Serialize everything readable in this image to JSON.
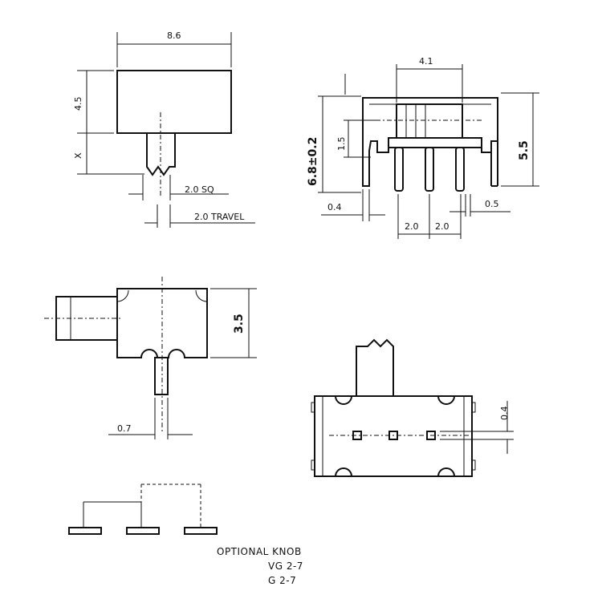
{
  "dimensions": {
    "top_width": "8.6",
    "body_height": "4.5",
    "actuator_height": "X",
    "actuator_sq": "2.0 SQ",
    "travel": "2.0 TRAVEL",
    "pin_pitch_top": "4.1",
    "overall_height": "6.8±0.2",
    "actuator_offset": "1.5",
    "side_height": "5.5",
    "lead_thickness": "0.4",
    "pitch_left": "2.0",
    "pitch_right": "2.0",
    "lead_offset": "0.5",
    "body_depth": "3.5",
    "actuator_width": "0.7",
    "pad_size": "0.4"
  },
  "notes": {
    "optional_knob": "OPTIONAL KNOB",
    "variant_1": "VG 2-7",
    "variant_2": "G 2-7"
  }
}
